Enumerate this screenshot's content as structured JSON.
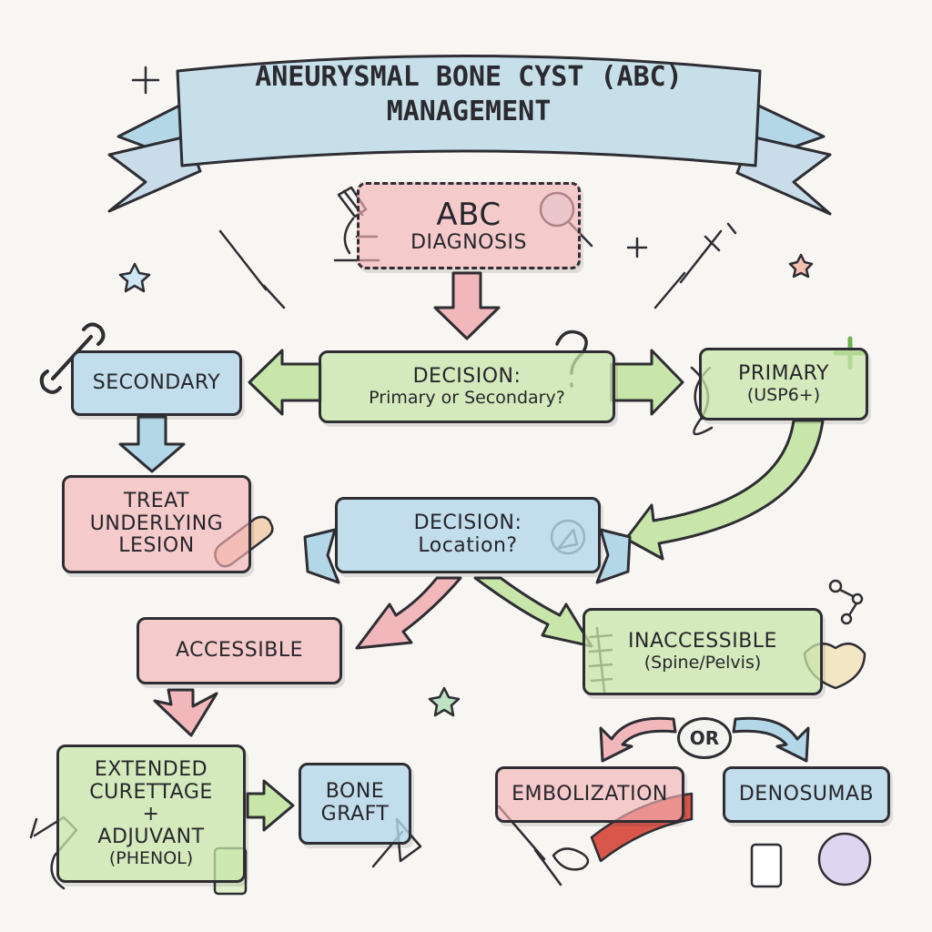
{
  "title": {
    "line1": "ANEURYSMAL BONE CYST (ABC)",
    "line2": "MANAGEMENT"
  },
  "nodes": {
    "abc_diagnosis": {
      "line1": "ABC",
      "line2": "DIAGNOSIS"
    },
    "decision_type": {
      "line1": "DECISION:",
      "line2": "Primary or Secondary?"
    },
    "secondary": {
      "line1": "SECONDARY"
    },
    "primary": {
      "line1": "PRIMARY",
      "line2": "(USP6+)"
    },
    "treat_underlying": {
      "line1": "TREAT",
      "line2": "UNDERLYING",
      "line3": "LESION"
    },
    "decision_location": {
      "line1": "DECISION:",
      "line2": "Location?"
    },
    "accessible": {
      "line1": "ACCESSIBLE"
    },
    "inaccessible": {
      "line1": "INACCESSIBLE",
      "line2": "(Spine/Pelvis)"
    },
    "curettage": {
      "line1": "EXTENDED",
      "line2": "CURETTAGE",
      "line3": "+",
      "line4": "ADJUVANT",
      "line5": "(PHENOL)"
    },
    "bone_graft": {
      "line1": "BONE",
      "line2": "GRAFT"
    },
    "embolization": {
      "line1": "EMBOLIZATION"
    },
    "denosumab": {
      "line1": "DENOSUMAB"
    }
  },
  "or_label": "OR",
  "colors": {
    "pink": "#f4b2b6",
    "green": "#c8e6aa",
    "blue": "#b4d7e8",
    "ink": "#2d2d33"
  },
  "icons": [
    "microscope-icon",
    "magnifier-icon",
    "scalpel-icon",
    "syringe-icon",
    "question-mark-icon",
    "bone-icon",
    "dna-icon",
    "plus-icon",
    "bandage-icon",
    "compass-icon",
    "spine-icon",
    "pelvis-icon",
    "molecule-icon",
    "drill-icon",
    "medicine-bottle-icon",
    "trowel-icon",
    "blood-vessel-icon",
    "coil-icon",
    "pill-bottle-icon",
    "cell-icon",
    "star-icon",
    "sparkle-icon"
  ]
}
